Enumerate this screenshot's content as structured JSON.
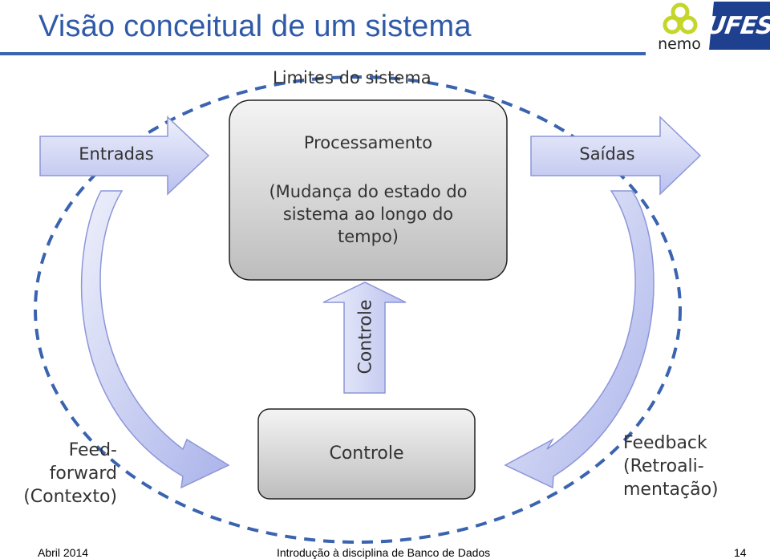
{
  "slide": {
    "title": "Visão conceitual de um sistema"
  },
  "logos": {
    "nemo": {
      "text": "nemo",
      "color": "#c5d62a"
    },
    "ufes": {
      "text": "UFES",
      "color": "#1f3f8f"
    }
  },
  "diagram": {
    "boundary_label": "Limites do sistema",
    "inputs_label": "Entradas",
    "outputs_label": "Saídas",
    "processing": {
      "title": "Processamento",
      "description_lines": [
        "(Mudança do estado do",
        "sistema ao longo do",
        "tempo)"
      ]
    },
    "control_arrow_label": "Controle",
    "control_box_label": "Controle",
    "feedforward_lines": [
      "Feed-",
      "forward",
      "(Contexto)"
    ],
    "feedback_lines": [
      "Feedback",
      "(Retroali-",
      "mentação)"
    ],
    "colors": {
      "boundary": "#3a63b0",
      "arrow_fill_light": "#eef0fb",
      "arrow_fill_dark": "#b9c0ee",
      "box_fill_light": "#f2f2f2",
      "box_fill_dark": "#bfbfbf"
    }
  },
  "footer": {
    "date": "Abril 2014",
    "course": "Introdução à disciplina de Banco de Dados",
    "page": "14"
  }
}
